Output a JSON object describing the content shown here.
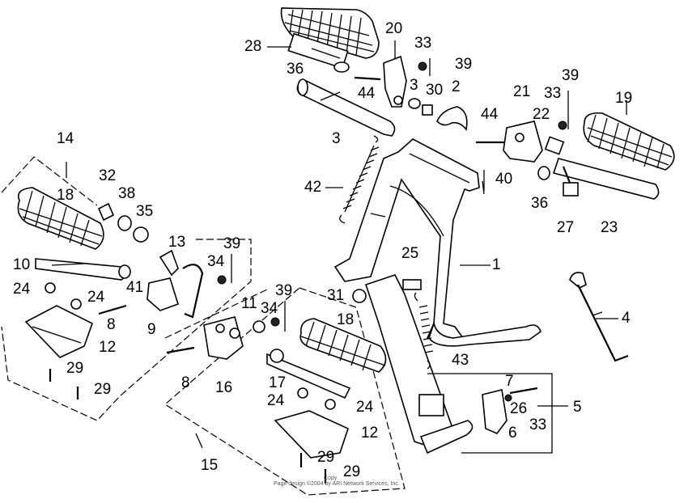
{
  "diagram": {
    "labels": [
      {
        "id": "l28",
        "text": "28"
      },
      {
        "id": "l36a",
        "text": "36"
      },
      {
        "id": "l20",
        "text": "20"
      },
      {
        "id": "l33a",
        "text": "33"
      },
      {
        "id": "l39a",
        "text": "39"
      },
      {
        "id": "l44a",
        "text": "44"
      },
      {
        "id": "l3a",
        "text": "3"
      },
      {
        "id": "l30",
        "text": "30"
      },
      {
        "id": "l2",
        "text": "2"
      },
      {
        "id": "l3b",
        "text": "3"
      },
      {
        "id": "l21",
        "text": "21"
      },
      {
        "id": "l39b",
        "text": "39"
      },
      {
        "id": "l33b",
        "text": "33"
      },
      {
        "id": "l19",
        "text": "19"
      },
      {
        "id": "l44b",
        "text": "44"
      },
      {
        "id": "l22",
        "text": "22"
      },
      {
        "id": "l40",
        "text": "40"
      },
      {
        "id": "l42",
        "text": "42"
      },
      {
        "id": "l36b",
        "text": "36"
      },
      {
        "id": "l27",
        "text": "27"
      },
      {
        "id": "l23",
        "text": "23"
      },
      {
        "id": "l14",
        "text": "14"
      },
      {
        "id": "l32",
        "text": "32"
      },
      {
        "id": "l18a",
        "text": "18"
      },
      {
        "id": "l38",
        "text": "38"
      },
      {
        "id": "l35",
        "text": "35"
      },
      {
        "id": "l13",
        "text": "13"
      },
      {
        "id": "l39c",
        "text": "39"
      },
      {
        "id": "l10",
        "text": "10"
      },
      {
        "id": "l34a",
        "text": "34"
      },
      {
        "id": "l24a",
        "text": "24"
      },
      {
        "id": "l24b",
        "text": "24"
      },
      {
        "id": "l41",
        "text": "41"
      },
      {
        "id": "l25",
        "text": "25"
      },
      {
        "id": "l1",
        "text": "1"
      },
      {
        "id": "l8a",
        "text": "8"
      },
      {
        "id": "l9",
        "text": "9"
      },
      {
        "id": "l39d",
        "text": "39"
      },
      {
        "id": "l31",
        "text": "31"
      },
      {
        "id": "l11",
        "text": "11"
      },
      {
        "id": "l34b",
        "text": "34"
      },
      {
        "id": "l18b",
        "text": "18"
      },
      {
        "id": "l4",
        "text": "4"
      },
      {
        "id": "l12a",
        "text": "12"
      },
      {
        "id": "l43",
        "text": "43"
      },
      {
        "id": "l29a",
        "text": "29"
      },
      {
        "id": "l29b",
        "text": "29"
      },
      {
        "id": "l8b",
        "text": "8"
      },
      {
        "id": "l16",
        "text": "16"
      },
      {
        "id": "l17",
        "text": "17"
      },
      {
        "id": "l7",
        "text": "7"
      },
      {
        "id": "l5",
        "text": "5"
      },
      {
        "id": "l26",
        "text": "26"
      },
      {
        "id": "l24c",
        "text": "24"
      },
      {
        "id": "l24d",
        "text": "24"
      },
      {
        "id": "l6",
        "text": "6"
      },
      {
        "id": "l33c",
        "text": "33"
      },
      {
        "id": "l12b",
        "text": "12"
      },
      {
        "id": "l15",
        "text": "15"
      },
      {
        "id": "l29c",
        "text": "29"
      },
      {
        "id": "l29d",
        "text": "29"
      }
    ],
    "footer": {
      "line1": "Copy",
      "line2": "Page design ©2004 by ARI Network Services, Inc."
    }
  }
}
